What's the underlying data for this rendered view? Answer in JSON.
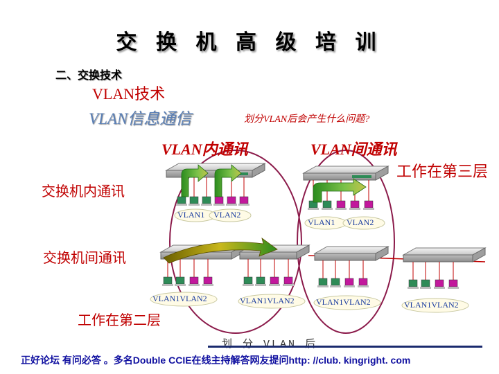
{
  "title": "交 换 机 高 级 培 训",
  "section_heading": "二、交换技术",
  "topic": "VLAN技术",
  "subtopic": "VLAN信息通信",
  "question": "划分VLAN后会产生什么问题?",
  "intra_vlan": "VLAN内通讯",
  "inter_vlan": "VLAN间通讯",
  "layer3_note": "工作在第三层",
  "switch_internal": "交换机内通讯",
  "switch_between": "交换机间通讯",
  "layer2_note": "工作在第二层",
  "divided_note": "划 分 VLAN 后",
  "footer": "正好论坛 有问必答 。多名Double CCIE在线主持解答网友提问http: //club. kingright. com",
  "vlan_labels": {
    "top_left_1": "VLAN1",
    "top_left_2": "VLAN2",
    "top_right_1": "VLAN1",
    "top_right_2": "VLAN2",
    "bottom_1": "VLAN1VLAN2",
    "bottom_2": "VLAN1VLAN2",
    "bottom_3": "VLAN1VLAN2",
    "bottom_4": "VLAN1VLAN2"
  },
  "colors": {
    "accent_red": "#c00000",
    "ellipse": "#8b1a4a",
    "pc_green": "#2e8b57",
    "pc_magenta": "#c2189c",
    "arrow_green": "#3ba02a",
    "arrow_olive": "#8a7a00",
    "footer_blue": "#1010a0"
  }
}
